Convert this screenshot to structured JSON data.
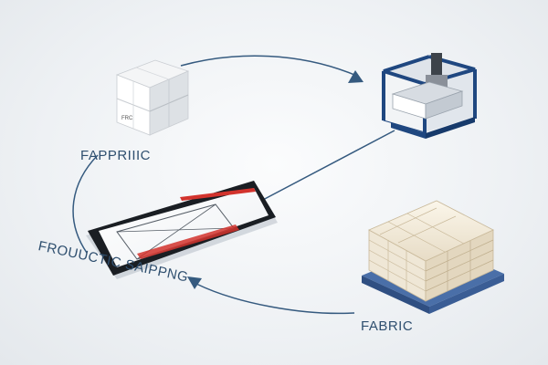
{
  "diagram": {
    "labels": {
      "fapprilic": "FAPPRIIIC",
      "shipping": "FROUUCTIC SAIPPNG",
      "fabric": "FABRIC"
    },
    "box_label": "FRC",
    "colors": {
      "arrow": "#355a7f",
      "label": "#2f4f6f",
      "machine_frame": "#1f4780",
      "accent_red": "#d2332d",
      "fabric_base": "#4a6fa8"
    },
    "icons": [
      "box-stack-icon",
      "machine-icon",
      "tablet-icon",
      "fabric-pallet-icon"
    ]
  }
}
